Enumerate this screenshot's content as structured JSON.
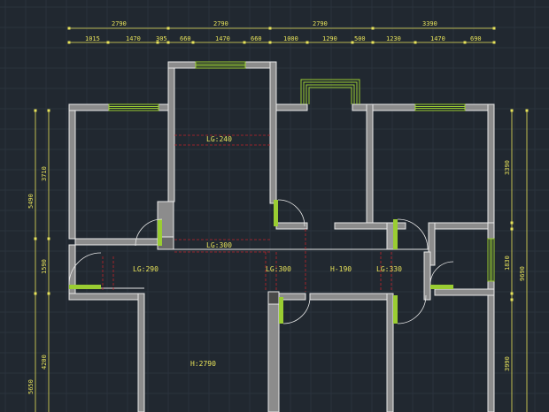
{
  "colors": {
    "background": "#212830",
    "grid": "#2e3742",
    "wall_fill": "#8c8c8c",
    "wall_outline": "#e8e8e8",
    "dimension": "#e8e35a",
    "window": "#9acd32",
    "door": "#d9e84a",
    "beam_line": "#c0222a"
  },
  "dimensions": {
    "top_overall": [
      "2790",
      "2790",
      "2790",
      "3390"
    ],
    "top_detail": [
      "1015",
      "1470",
      "305",
      "660",
      "1470",
      "660",
      "1000",
      "1290",
      "500",
      "1230",
      "1470",
      "690"
    ],
    "left_outer": [
      "5490",
      "5650"
    ],
    "left_inner": [
      "3710",
      "1590",
      "4200"
    ],
    "right_inner": [
      "3390",
      "1830",
      "3990"
    ],
    "right_outer": "9690"
  },
  "beams": [
    {
      "id": "lg240",
      "label": "LG:240"
    },
    {
      "id": "lg300a",
      "label": "LG:300"
    },
    {
      "id": "lg290",
      "label": "LG:290"
    },
    {
      "id": "lg300b",
      "label": "LG:300"
    },
    {
      "id": "h190",
      "label": "H-190"
    },
    {
      "id": "lg330",
      "label": "LG:330"
    },
    {
      "id": "h2790",
      "label": "H:2790"
    }
  ]
}
